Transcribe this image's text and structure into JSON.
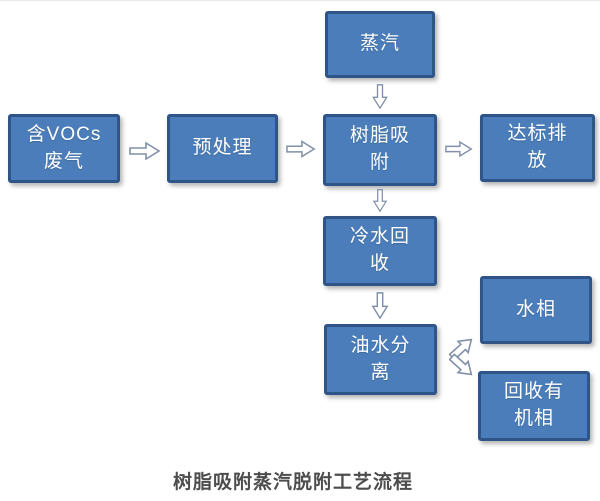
{
  "diagram": {
    "caption": "树脂吸附蒸汽脱附工艺流程",
    "colors": {
      "background": "#FFFFFF",
      "box_fill": "#4A7DB9",
      "box_border": "#2F5488",
      "box_text": "#FFFFFF",
      "arrow_fill": "#FFFFFF",
      "arrow_outline": "#8090A8",
      "caption_color": "#4D4D4D"
    },
    "nodes": {
      "steam": {
        "label": "蒸汽"
      },
      "vocs_gas": {
        "label": "含VOCs\n废气"
      },
      "pretreatment": {
        "label": "预处理"
      },
      "resin_adsorption": {
        "label": "树脂吸\n附"
      },
      "compliant_discharge": {
        "label": "达标排\n放"
      },
      "cold_water_recovery": {
        "label": "冷水回\n收"
      },
      "oil_water_separation": {
        "label": "油水分\n离"
      },
      "water_phase": {
        "label": "水相"
      },
      "recovered_organic_phase": {
        "label": "回收有\n机相"
      }
    },
    "edges": [
      {
        "from": "vocs_gas",
        "to": "pretreatment",
        "type": "right-arrow"
      },
      {
        "from": "pretreatment",
        "to": "resin_adsorption",
        "type": "right-arrow"
      },
      {
        "from": "steam",
        "to": "resin_adsorption",
        "type": "down-arrow"
      },
      {
        "from": "resin_adsorption",
        "to": "compliant_discharge",
        "type": "right-arrow"
      },
      {
        "from": "resin_adsorption",
        "to": "cold_water_recovery",
        "type": "down-arrow"
      },
      {
        "from": "cold_water_recovery",
        "to": "oil_water_separation",
        "type": "down-arrow"
      },
      {
        "from": "oil_water_separation",
        "to": "water_phase",
        "type": "branch-up-right-arrow"
      },
      {
        "from": "oil_water_separation",
        "to": "recovered_organic_phase",
        "type": "branch-down-right-arrow"
      }
    ]
  }
}
